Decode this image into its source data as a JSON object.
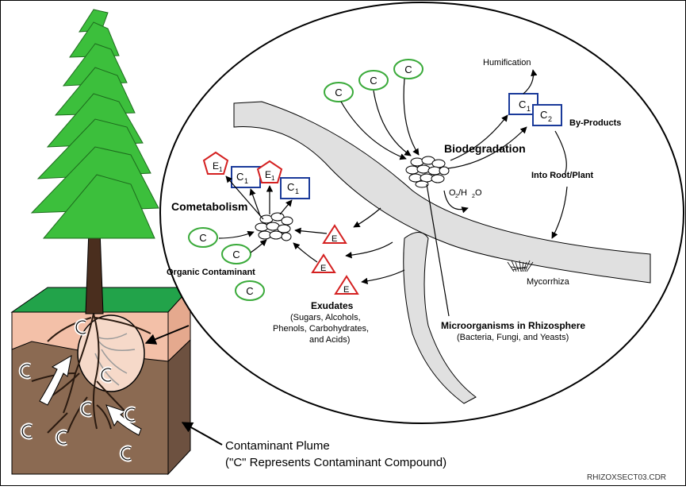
{
  "labels": {
    "humification": "Humification",
    "by_products": "By-Products",
    "biodegradation": "Biodegradation",
    "into_root_plant": "Into Root/Plant",
    "cometabolism": "Cometabolism",
    "organic_contaminant": "Organic Contaminant",
    "exudates_title": "Exudates",
    "exudates_line1": "(Sugars, Alcohols,",
    "exudates_line2": "Phenols, Carbohydrates,",
    "exudates_line3": "and Acids)",
    "mycorrhiza": "Mycorrhiza",
    "microorganisms_title": "Microorganisms in Rhizosphere",
    "microorganisms_sub": "(Bacteria, Fungi, and Yeasts)",
    "plume_line1": "Contaminant Plume",
    "plume_line2": "(\"C\" Represents Contaminant Compound)",
    "file_code": "RHIZOXSECT03.CDR"
  },
  "symbols": {
    "contaminant": "C",
    "enzyme": "E",
    "compound": "C",
    "sub_1": "1",
    "sub_2": "2",
    "o2": "O",
    "h2o": "/H",
    "o_tail": "O"
  },
  "colors": {
    "contaminant_oval": "#3aaa3a",
    "compound_box": "#1a3a9a",
    "enzyme_shape": "#d42020",
    "tree_green": "#3cbf3c",
    "grass_green": "#22a34a",
    "soil_pink": "#f3c0a8",
    "soil_brown": "#8b6a52",
    "root_gray": "#dcdcdc"
  }
}
